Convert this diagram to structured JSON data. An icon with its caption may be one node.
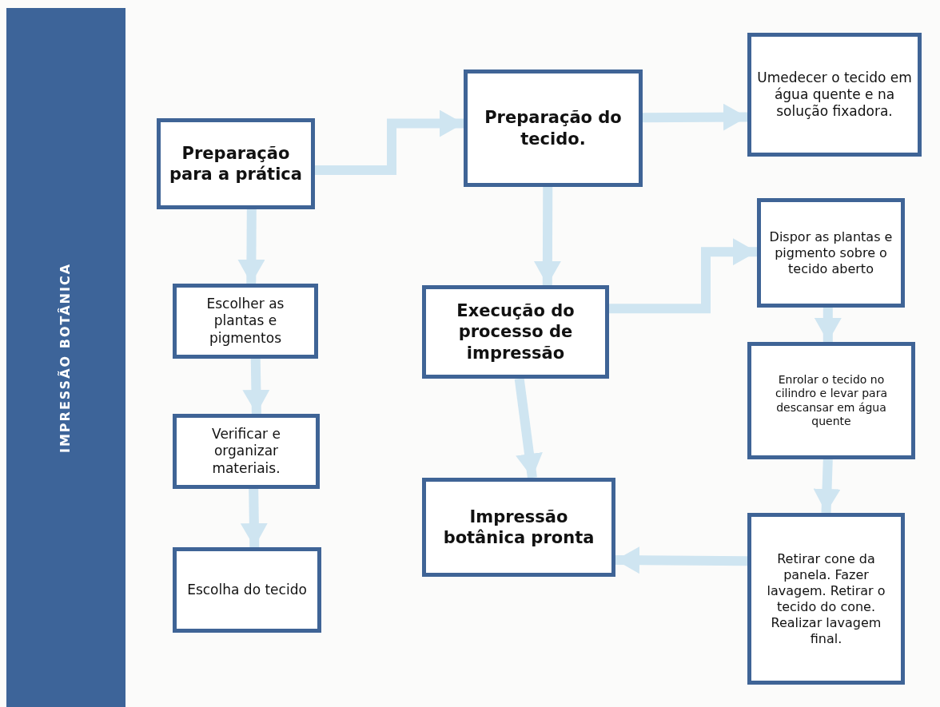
{
  "diagram": {
    "nodes": [
      {
        "text": [
          "IMPRESSÃO BOTÂNICA"
        ]
      },
      {
        "text": [
          "Preparação para a prática"
        ]
      },
      {
        "text": [
          "Preparação do tecido."
        ]
      },
      {
        "text": [
          "Umedecer o tecido em água quente e na solução fixadora."
        ]
      },
      {
        "text": [
          "Escolher as plantas e pigmentos"
        ]
      },
      {
        "text": [
          "Verificar e organizar materiais."
        ]
      },
      {
        "text": [
          "Escolha do tecido"
        ]
      },
      {
        "text": [
          "Execução do processo de impressão"
        ]
      },
      {
        "text": [
          "Dispor as plantas e pigmento sobre o tecido aberto"
        ]
      },
      {
        "text": [
          "Enrolar o tecido no cilindro e levar para descansar em água quente"
        ]
      },
      {
        "text": [
          "Impressão botânica pronta"
        ]
      },
      {
        "text": [
          "Retirar cone da panela. Fazer lavagem. Retirar o tecido do cone. Realizar lavagem final."
        ]
      }
    ],
    "edges": [
      {
        "from": 1,
        "to": 2,
        "arrow": "to"
      },
      {
        "from": 2,
        "to": 3,
        "arrow": "to"
      },
      {
        "from": 1,
        "to": 4,
        "arrow": "to"
      },
      {
        "from": 4,
        "to": 5,
        "arrow": "to"
      },
      {
        "from": 5,
        "to": 6,
        "arrow": "to"
      },
      {
        "from": 2,
        "to": 7,
        "arrow": "to"
      },
      {
        "from": 7,
        "to": 8,
        "arrow": "to"
      },
      {
        "from": 8,
        "to": 9,
        "arrow": "to"
      },
      {
        "from": 7,
        "to": 10,
        "arrow": "to"
      },
      {
        "from": 9,
        "to": 11,
        "arrow": "to"
      },
      {
        "from": 11,
        "to": 10,
        "arrow": "to"
      }
    ]
  }
}
